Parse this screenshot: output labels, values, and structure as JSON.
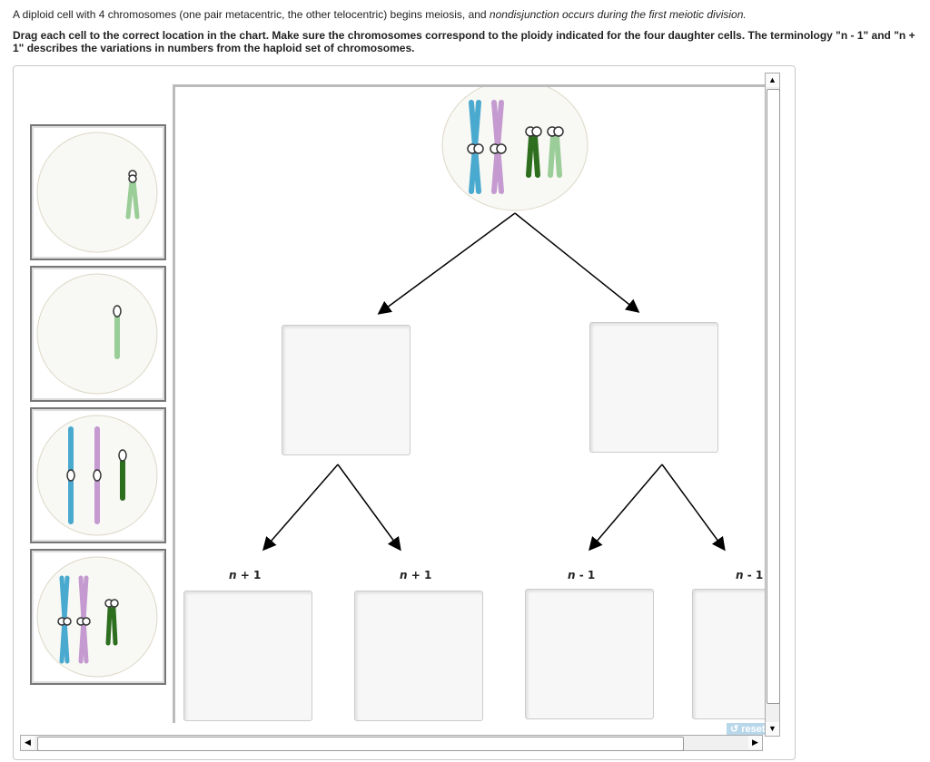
{
  "question": {
    "line1_plain": "A diploid cell with 4 chromosomes (one pair metacentric, the other telocentric) begins meiosis, and ",
    "line1_italic": "nondisjunction occurs during the first meiotic division.",
    "instructions": "Drag each cell to the correct location in the chart. Make sure the chromosomes correspond to the ploidy indicated for the four daughter cells. The terminology \"n - 1\" and \"n + 1\" describes the variations in numbers from the haploid set of chromosomes."
  },
  "palette": [
    {
      "content": "one light-green telocentric chromatid pair"
    },
    {
      "content": "one light-green telocentric single chromosome"
    },
    {
      "content": "blue, purple metacentric and dark-green telocentric single chromosomes"
    },
    {
      "content": "blue, purple metacentric and dark-green telocentric replicated chromosomes"
    }
  ],
  "chart": {
    "labels": [
      "n + 1",
      "n + 1",
      "n - 1",
      "n - 1"
    ]
  },
  "colors": {
    "blue": "#4aa9cf",
    "purple": "#c49ad0",
    "dark_green": "#2d6e1f",
    "light_green": "#9acd98"
  },
  "reset_label": "reset"
}
